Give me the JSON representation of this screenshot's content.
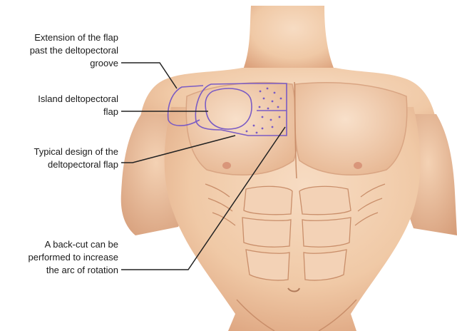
{
  "figure": {
    "labels": [
      {
        "id": "extension",
        "lines": [
          "Extension of the flap",
          "past the deltopectoral",
          "groove"
        ]
      },
      {
        "id": "island",
        "lines": [
          "Island deltopectoral",
          "flap"
        ]
      },
      {
        "id": "typical",
        "lines": [
          "Typical design of the",
          "deltopectoral flap"
        ]
      },
      {
        "id": "backcut",
        "lines": [
          "A back-cut can be",
          "performed to increase",
          "the arc of rotation"
        ]
      }
    ],
    "colors": {
      "skin": "#f2cfb0",
      "skin_shadow": "#d9a583",
      "muscle_line": "#c98e6a",
      "flap_outline": "#7a5bc4",
      "leader": "#222222",
      "nipple": "#d9967a"
    }
  }
}
